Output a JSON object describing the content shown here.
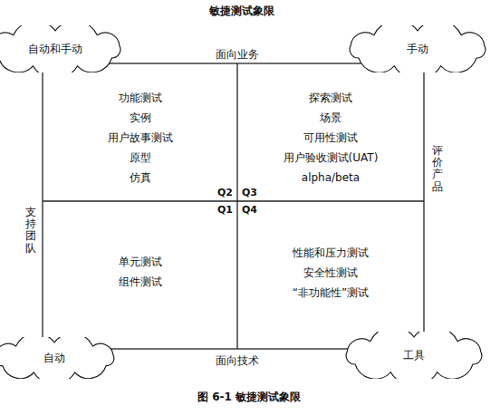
{
  "diagram": {
    "title": "敏捷测试象限",
    "caption": "图 6-1 敏捷测试象限",
    "nodes": [
      {
        "text": [
          "自动和手动"
        ]
      },
      {
        "text": [
          "手动"
        ]
      },
      {
        "text": [
          "功能测试",
          "实例",
          "用户故事测试",
          "原型",
          "仿真",
          "Q2"
        ]
      },
      {
        "text": [
          "探索测试",
          "场景",
          "可用性测试",
          "用户验收测试(UAT)",
          "alpha/beta",
          "Q3"
        ]
      },
      {
        "text": [
          "单元测试",
          "组件测试",
          "Q1"
        ]
      },
      {
        "text": [
          "性能和压力测试",
          "安全性测试",
          "“非功能性”测试",
          "Q4"
        ]
      },
      {
        "text": [
          "自动"
        ]
      },
      {
        "text": [
          "工具"
        ]
      }
    ],
    "labels": [
      "面向业务",
      "支持团队",
      "评价产品",
      "面向技术"
    ]
  }
}
